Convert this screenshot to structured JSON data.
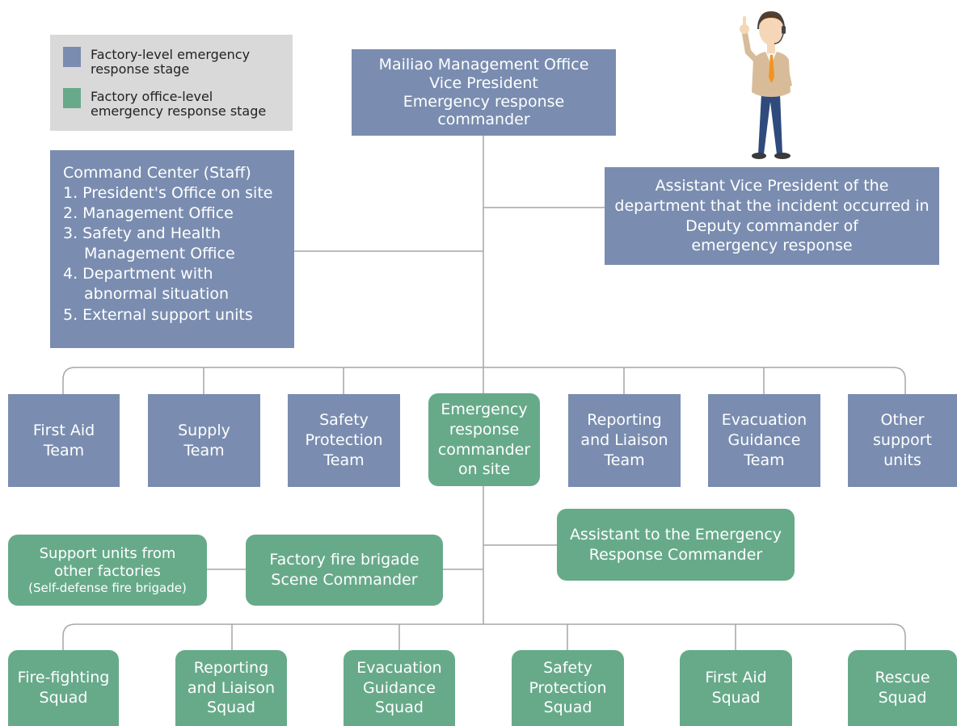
{
  "legend": {
    "factory_level": "Factory-level emergency\nresponse stage",
    "office_level": "Factory office-level\nemergency response stage",
    "colors": {
      "factory_level": "#7a8db0",
      "office_level": "#67aa8a"
    }
  },
  "top_commander": "Mailiao Management Office\nVice President\nEmergency response\ncommander",
  "deputy": "Assistant Vice President of the\ndepartment that the incident occurred in\nDeputy commander of\nemergency response",
  "command_center": {
    "title": "Command Center (Staff)",
    "items": [
      [
        "1. President's Office on site"
      ],
      [
        "2. Management Office"
      ],
      [
        "3. Safety and Health",
        "Management Office"
      ],
      [
        "4. Department with",
        "abnormal situation"
      ],
      [
        "5. External support units"
      ]
    ]
  },
  "teams": [
    "First Aid\nTeam",
    "Supply\nTeam",
    "Safety\nProtection\nTeam",
    "Emergency\nresponse\ncommander\non site",
    "Reporting\nand Liaison\nTeam",
    "Evacuation\nGuidance\nTeam",
    "Other\nsupport\nunits"
  ],
  "support_units": {
    "line1": "Support units from\nother factories",
    "line2": "(Self-defense fire brigade)"
  },
  "fire_brigade": "Factory fire brigade\nScene Commander",
  "assistant": "Assistant to the Emergency\nResponse Commander",
  "squads": [
    "Fire-fighting\nSquad",
    "Reporting\nand Liaison\nSquad",
    "Evacuation\nGuidance\nSquad",
    "Safety\nProtection\nSquad",
    "First Aid\nSquad",
    "Rescue\nSquad"
  ]
}
